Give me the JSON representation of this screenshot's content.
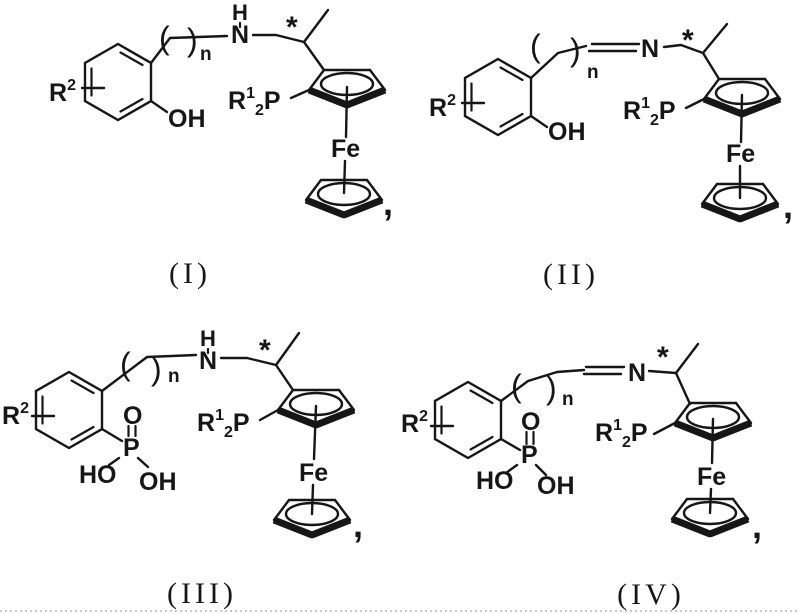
{
  "figure": {
    "background_color": "#ffffff",
    "ink_color": "#161616",
    "description_visible_only": "Four chemical structure drawings of chiral ferrocenyl phosphine ligands arranged in a 2x2 grid with a faint dotted line along the bottom edge"
  },
  "symbols": {
    "r_group": "R",
    "sup_two": "2",
    "sup_one": "1",
    "sub_two": "2",
    "phosphorus": "P",
    "oxygen": "O",
    "hydroxyl": "OH",
    "hydroxyl_reversed": "HO",
    "nitrogen": "N",
    "hydrogen": "H",
    "iron": "Fe",
    "repeat_subscript": "n",
    "open_paren": "(",
    "close_paren": ")",
    "chiral_marker": "*",
    "separator_comma": ","
  },
  "structures": [
    {
      "label": "(I)"
    },
    {
      "label": "(II)"
    },
    {
      "label": "(III)"
    },
    {
      "label": "(IV)"
    }
  ]
}
